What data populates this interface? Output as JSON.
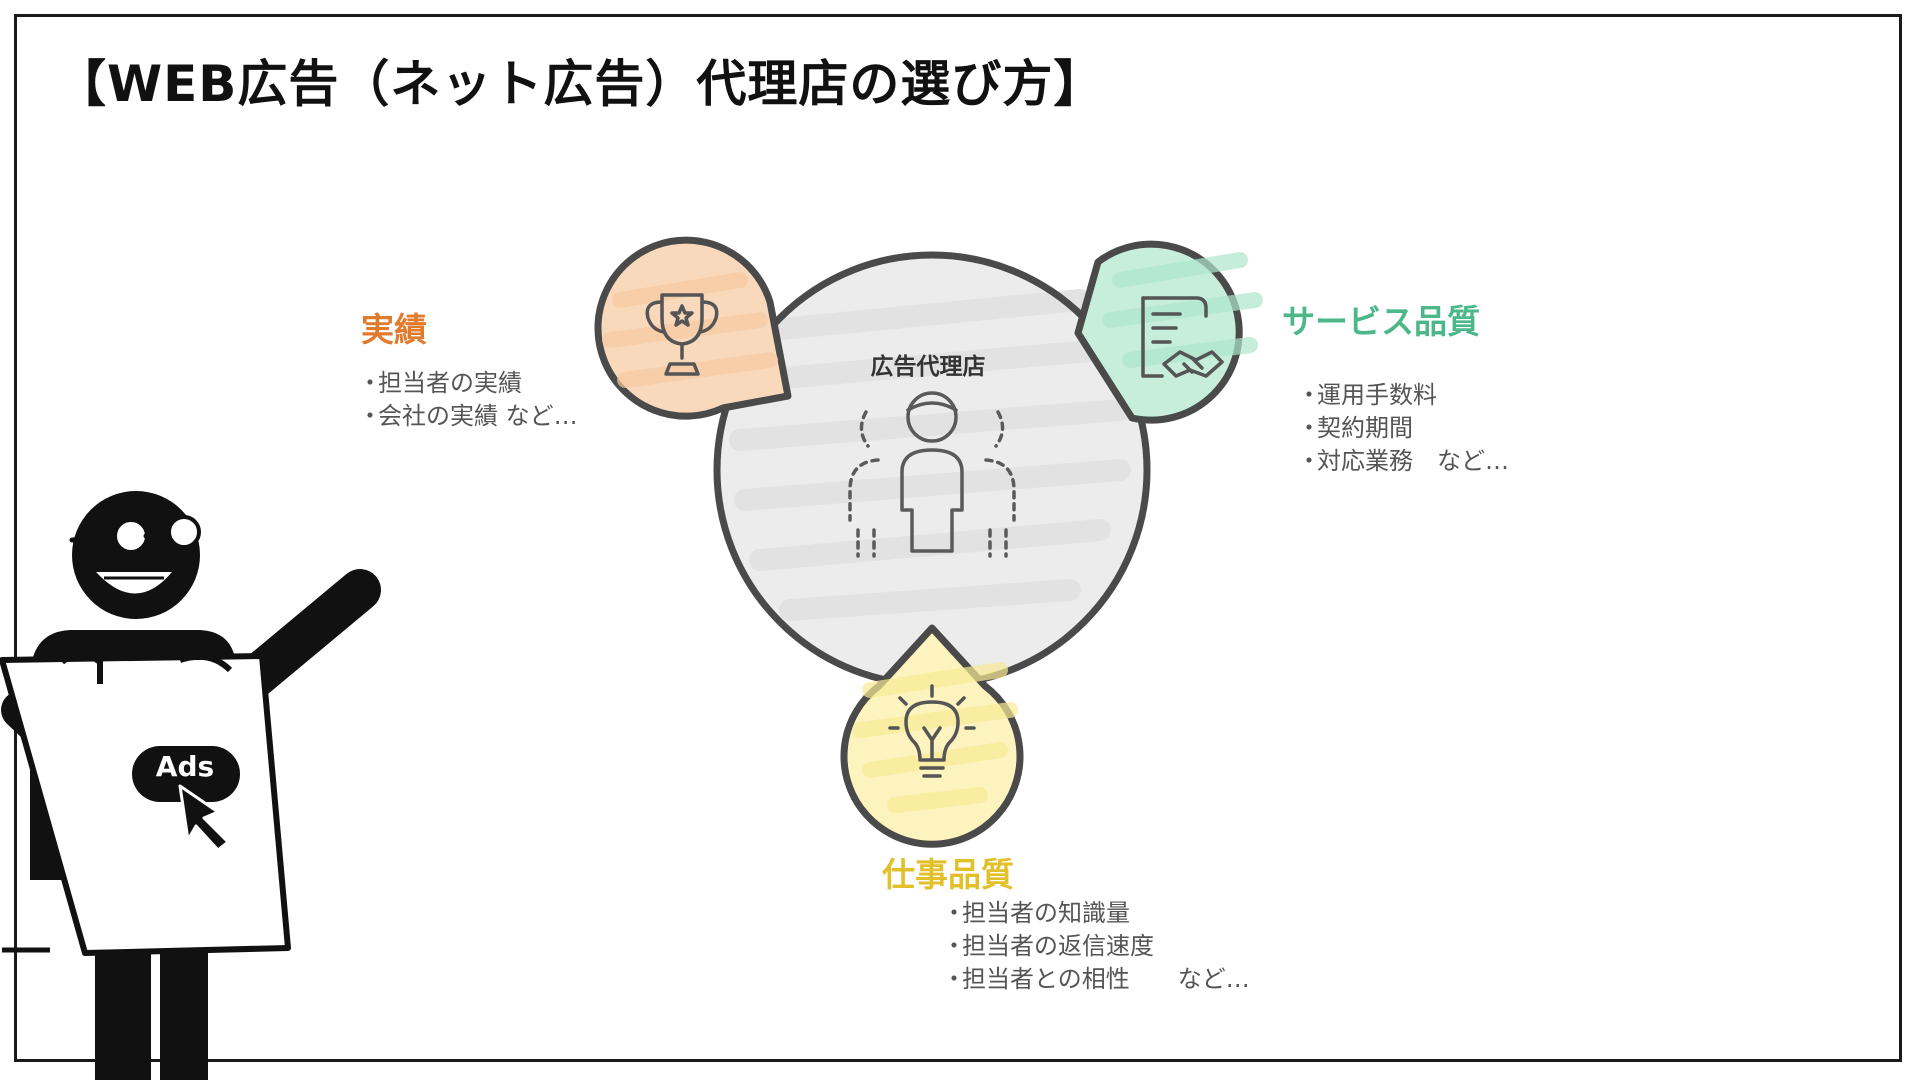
{
  "title": "【WEB広告（ネット広告）代理店の選び方】",
  "center": {
    "label": "広告代理店",
    "icon": "team-people-icon"
  },
  "categories": [
    {
      "id": "results",
      "title": "実績",
      "color": "#E07B2E",
      "fill": "#F9D9BC",
      "icon": "trophy-icon",
      "bullets": [
        "担当者の実績",
        "会社の実績 など…"
      ]
    },
    {
      "id": "service",
      "title": "サービス品質",
      "color": "#4CB88A",
      "fill": "#C7EEDA",
      "icon": "contract-handshake-icon",
      "bullets": [
        "運用手数料",
        "契約期間",
        "対応業務　など…"
      ]
    },
    {
      "id": "work",
      "title": "仕事品質",
      "color": "#E2C02A",
      "fill": "#FCF3BE",
      "icon": "lightbulb-icon",
      "bullets": [
        "担当者の知識量",
        "担当者の返信速度",
        "担当者との相性　　など…"
      ]
    }
  ],
  "bullet_mark": "・",
  "presenter": {
    "badge": "Ads",
    "icon": "presenter-figure-icon"
  }
}
